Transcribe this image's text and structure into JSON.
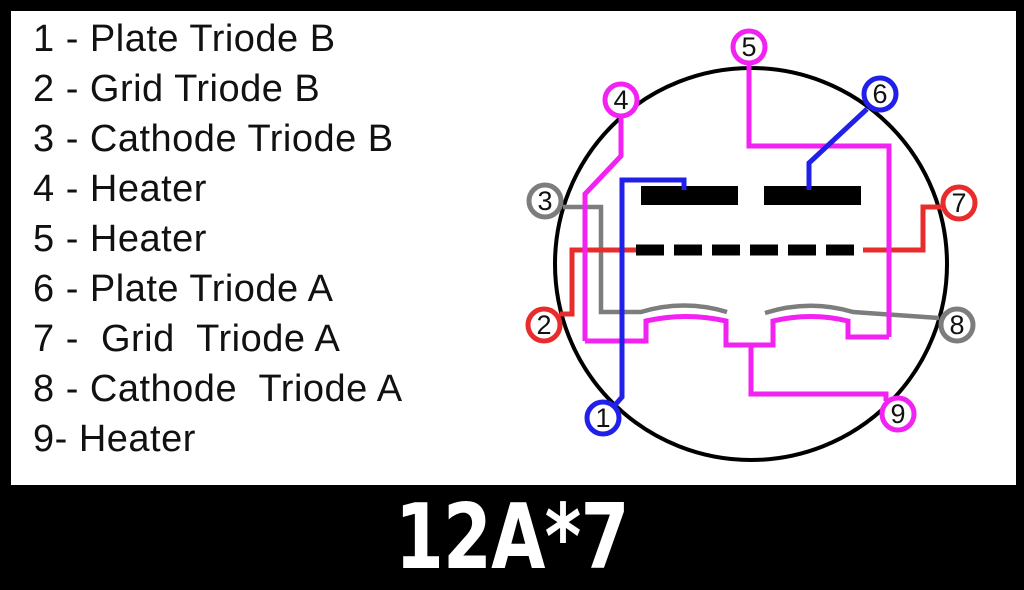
{
  "title": "12A*7",
  "legend": {
    "items": [
      "1 - Plate Triode B",
      "2 - Grid Triode B",
      "3 - Cathode Triode B",
      "4 - Heater",
      "5 - Heater",
      "6 - Plate Triode A",
      "7 -  Grid  Triode A",
      "8 - Cathode  Triode A",
      "9- Heater"
    ]
  },
  "diagram": {
    "colors": {
      "heater": "#F222F2",
      "plate": "#2020E8",
      "grid": "#E82C2C",
      "cathode": "#7D7D7D",
      "outline": "#000000"
    },
    "pins": [
      {
        "number": "1",
        "color": "#2020E8"
      },
      {
        "number": "2",
        "color": "#E82C2C"
      },
      {
        "number": "3",
        "color": "#7D7D7D"
      },
      {
        "number": "4",
        "color": "#F222F2"
      },
      {
        "number": "5",
        "color": "#F222F2"
      },
      {
        "number": "6",
        "color": "#2020E8"
      },
      {
        "number": "7",
        "color": "#E82C2C"
      },
      {
        "number": "8",
        "color": "#7D7D7D"
      },
      {
        "number": "9",
        "color": "#F222F2"
      }
    ]
  }
}
